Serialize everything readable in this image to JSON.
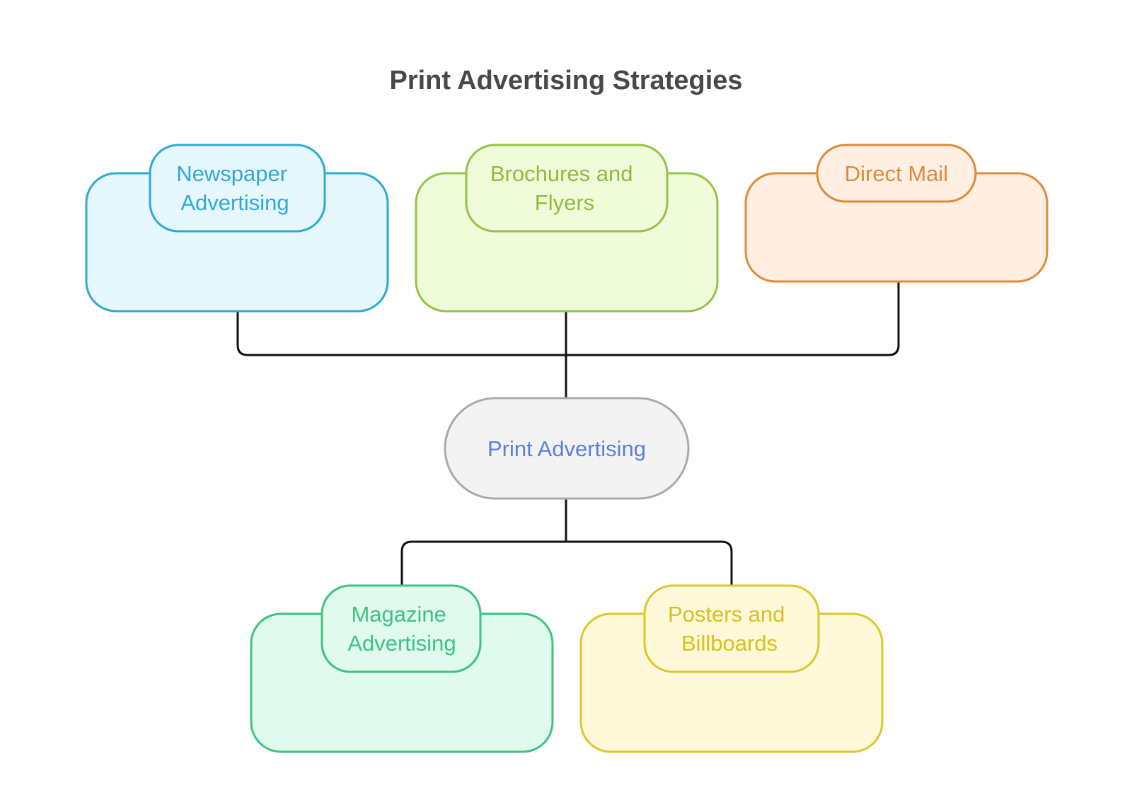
{
  "title": "Print Advertising Strategies",
  "center": {
    "label": "Print Advertising",
    "colors": {
      "stroke": "#aaaaaa",
      "fill": "#f3f3f3",
      "text": "#5b7fe0"
    }
  },
  "nodes": [
    {
      "id": "newspaper",
      "lines": [
        "Newspaper",
        "Advertising"
      ],
      "colors": {
        "stroke": "#2fa9d9",
        "fill": "#e6f7fd",
        "text": "#2fa9d9"
      }
    },
    {
      "id": "brochures",
      "lines": [
        "Brochures and",
        "Flyers"
      ],
      "colors": {
        "stroke": "#93c447",
        "fill": "#f0fbd9",
        "text": "#8dbd3e"
      }
    },
    {
      "id": "direct-mail",
      "lines": [
        "Direct Mail"
      ],
      "colors": {
        "stroke": "#e08a3b",
        "fill": "#fff0e3",
        "text": "#e08a3b"
      }
    },
    {
      "id": "magazine",
      "lines": [
        "Magazine",
        "Advertising"
      ],
      "colors": {
        "stroke": "#3fc283",
        "fill": "#e0fbee",
        "text": "#3fc283"
      }
    },
    {
      "id": "posters",
      "lines": [
        "Posters and",
        "Billboards"
      ],
      "colors": {
        "stroke": "#dfc72a",
        "fill": "#fff9d9",
        "text": "#d9c020"
      }
    }
  ]
}
